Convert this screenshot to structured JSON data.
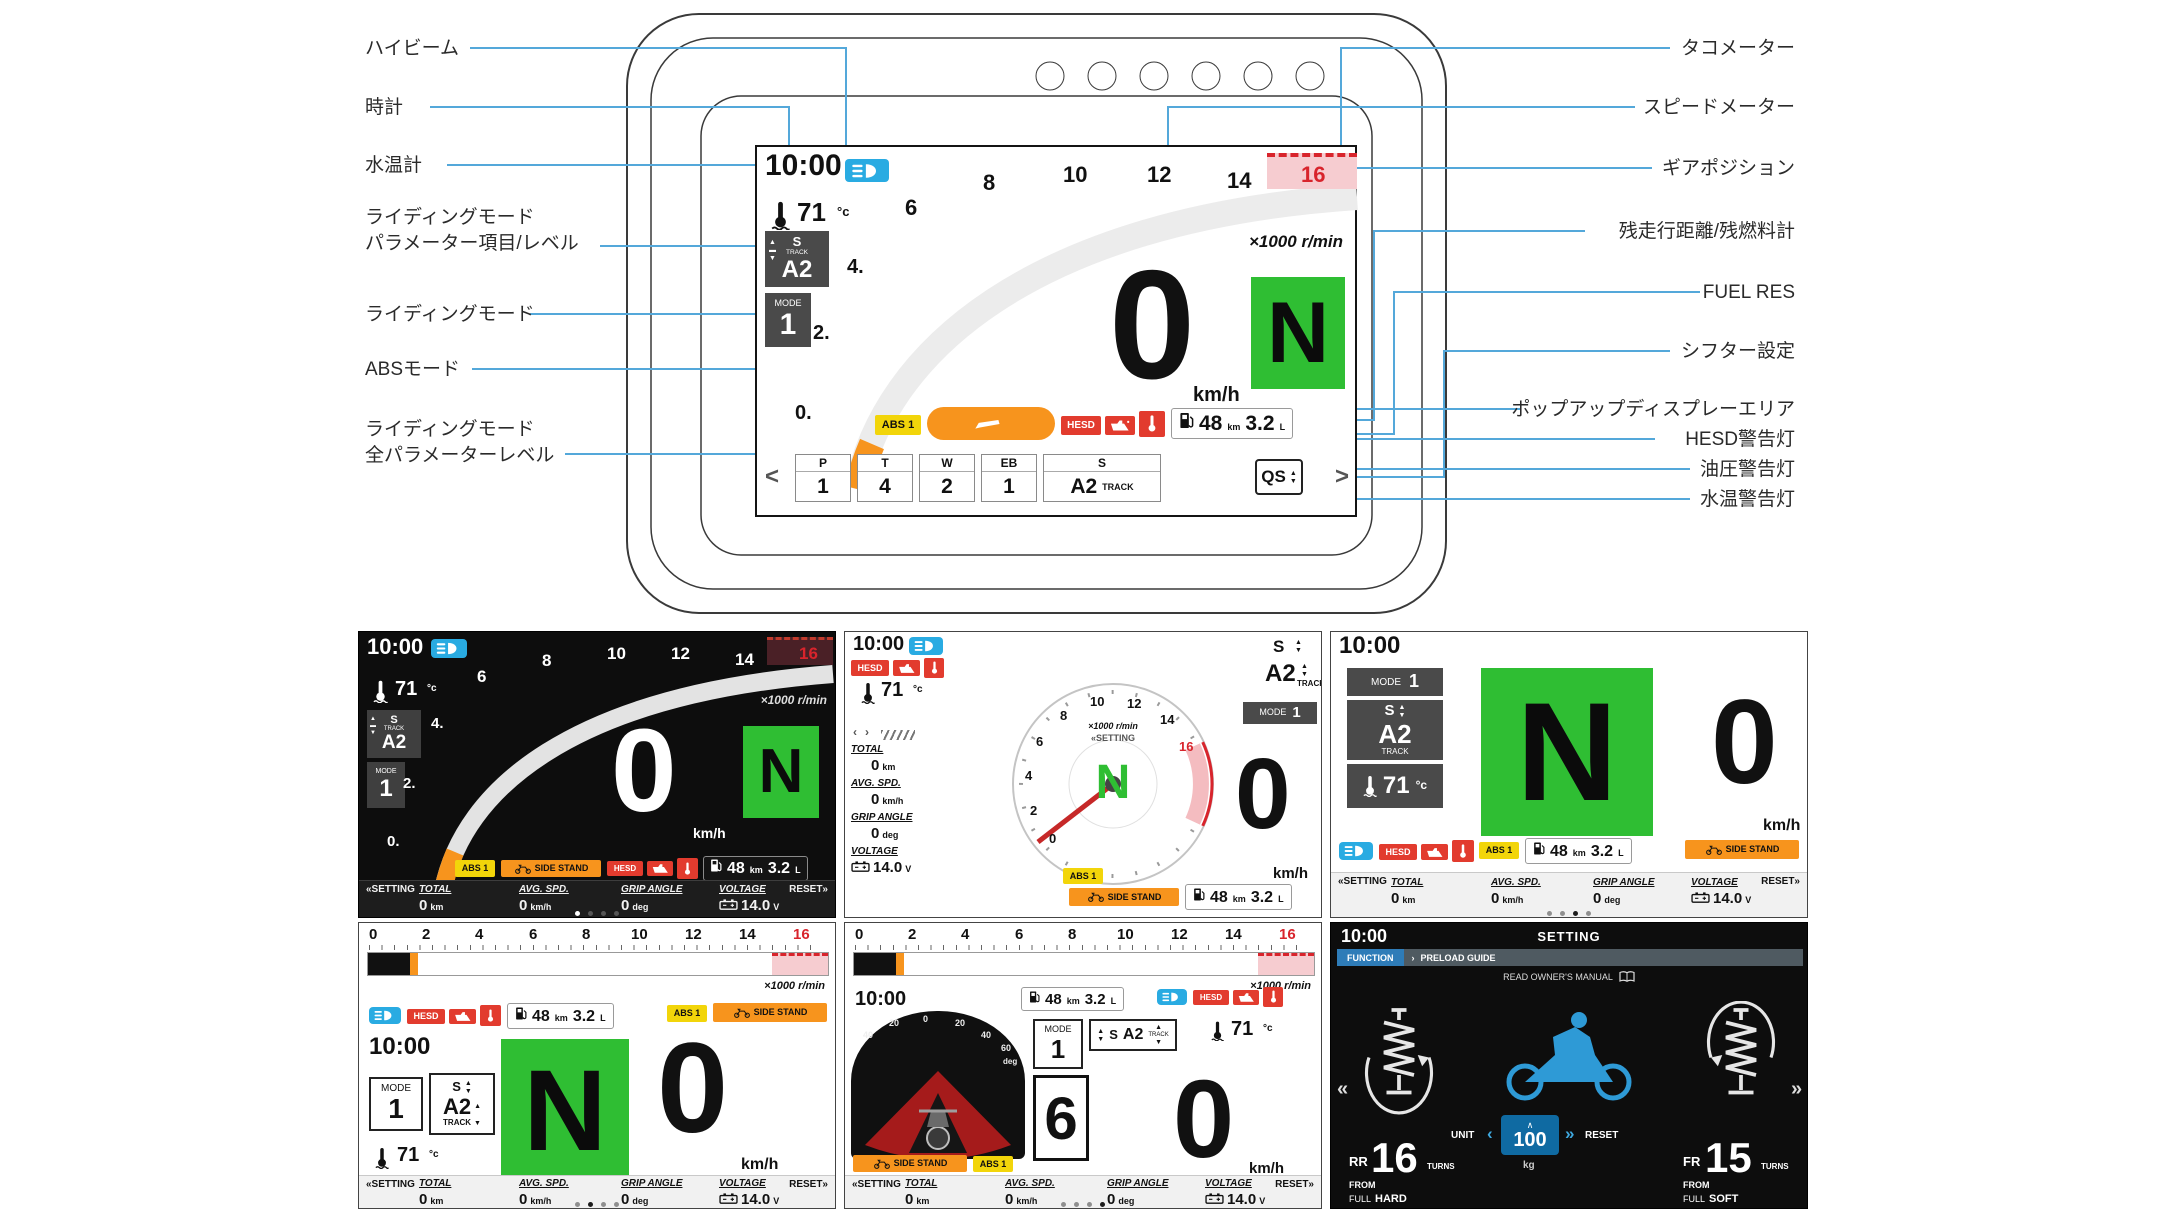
{
  "colors": {
    "accent_blue": "#29abe2",
    "callout_line": "#54a8da",
    "warn_red": "#e23b2e",
    "abs_yellow": "#f2d50a",
    "alert_orange": "#f7941d",
    "gear_green": "#2fbe33",
    "tach_red": "#d8242c",
    "panel_gray": "#4a4a4a",
    "setting_blue": "#2e7cb8"
  },
  "callouts": {
    "left": [
      {
        "label": "ハイビーム"
      },
      {
        "label": "時計"
      },
      {
        "label": "水温計"
      },
      {
        "label": "ライディングモード\nパラメーター項目/レベル"
      },
      {
        "label": "ライディングモード"
      },
      {
        "label": "ABSモード"
      },
      {
        "label": "ライディングモード\n全パラメーターレベル"
      }
    ],
    "right": [
      {
        "label": "タコメーター"
      },
      {
        "label": "スピードメーター"
      },
      {
        "label": "ギアポジション"
      },
      {
        "label": "残走行距離/残燃料計"
      },
      {
        "label": "FUEL RES"
      },
      {
        "label": "シフター設定"
      },
      {
        "label": "ポップアップディスプレーエリア"
      },
      {
        "label": "HESD警告灯"
      },
      {
        "label": "油圧警告灯"
      },
      {
        "label": "水温警告灯"
      }
    ]
  },
  "display": {
    "clock": "10:00",
    "temp": "71",
    "temp_unit": "°c",
    "tach": [
      "6",
      "8",
      "10",
      "12",
      "14",
      "16"
    ],
    "tach_low": [
      "0.",
      "2.",
      "4."
    ],
    "rpm_label": "×1000 r/min",
    "ride": {
      "s": "S",
      "track": "TRACK",
      "level": "A2"
    },
    "mode": {
      "label": "MODE",
      "value": "1"
    },
    "speed": "0",
    "speed_unit": "km/h",
    "gear": "N",
    "abs": "ABS 1",
    "hesd": "HESD",
    "fuel": {
      "range": "48",
      "range_unit": "km",
      "qty": "3.2",
      "qty_unit": "L"
    },
    "params": [
      {
        "k": "P",
        "v": "1"
      },
      {
        "k": "T",
        "v": "4"
      },
      {
        "k": "W",
        "v": "2"
      },
      {
        "k": "EB",
        "v": "1"
      },
      {
        "k": "S",
        "v": "A2",
        "sub": "TRACK"
      }
    ],
    "qs": "QS",
    "prev": "<",
    "next": ">"
  },
  "common": {
    "setting": "«SETTING",
    "reset": "RESET»",
    "total": "TOTAL",
    "avg_spd": "AVG. SPD.",
    "grip_angle": "GRIP ANGLE",
    "voltage": "VOLTAGE",
    "zero": "0",
    "km": "km",
    "kmh": "km/h",
    "deg": "deg",
    "volt": "14.0",
    "volt_unit": "V",
    "side_stand": "SIDE STAND"
  },
  "scale": [
    "0",
    "2",
    "4",
    "6",
    "8",
    "10",
    "12",
    "14",
    "16"
  ],
  "lean": {
    "labels": [
      "40",
      "20",
      "0",
      "20",
      "40",
      "60"
    ],
    "unit": "deg"
  },
  "screen5": {
    "gear": "6"
  },
  "screen6": {
    "clock": "10:00",
    "title": "SETTING",
    "crumb1": "FUNCTION",
    "crumb_sep": "›",
    "crumb2": "PRELOAD GUIDE",
    "manual": "READ OWNER'S MANUAL",
    "rr": "RR",
    "rr_value": "16",
    "fr": "FR",
    "fr_value": "15",
    "turns": "TURNS",
    "from": "FROM",
    "full": "FULL",
    "hard": "HARD",
    "soft": "SOFT",
    "unit": "UNIT",
    "value": "100",
    "value_unit": "kg",
    "reset": "RESET",
    "dec": "‹",
    "inc": "»",
    "prev": "«",
    "next": "»"
  }
}
